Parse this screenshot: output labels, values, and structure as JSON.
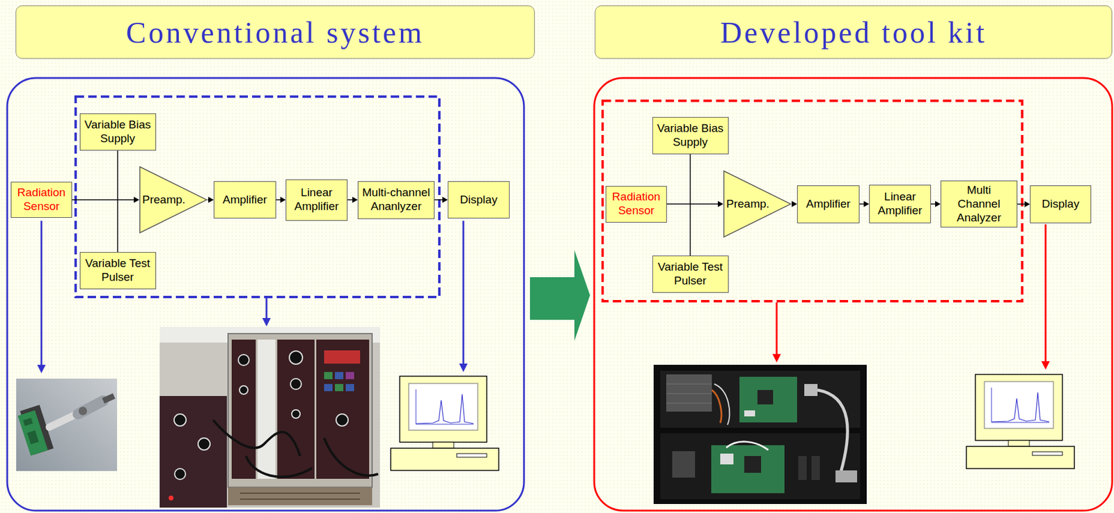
{
  "diagram": {
    "nodes": [
      {
        "text": [
          "Conventional system"
        ]
      },
      {
        "text": [
          "Variable Bias Supply"
        ]
      },
      {
        "text": [
          "Radiation Sensor"
        ]
      },
      {
        "text": [
          "Preamp."
        ]
      },
      {
        "text": [
          "Amplifier"
        ]
      },
      {
        "text": [
          "Linear Amplifier"
        ]
      },
      {
        "text": [
          "Multi-channel Ananlyzer"
        ]
      },
      {
        "text": [
          "Display"
        ]
      },
      {
        "text": [
          "Variable Test Pulser"
        ]
      },
      {
        "text": [
          "Developed tool kit"
        ]
      },
      {
        "text": [
          "Variable Bias Supply"
        ]
      },
      {
        "text": [
          "Radiation Sensor"
        ]
      },
      {
        "text": [
          "Preamp."
        ]
      },
      {
        "text": [
          "Amplifier"
        ]
      },
      {
        "text": [
          "Linear Amplifier"
        ]
      },
      {
        "text": [
          "Multi Channel Analyzer"
        ]
      },
      {
        "text": [
          "Display"
        ]
      },
      {
        "text": [
          "Variable Test Pulser"
        ]
      }
    ],
    "edges": [
      {
        "from": 2,
        "to": 3,
        "arrow": "to"
      },
      {
        "from": 3,
        "to": 4,
        "arrow": "to"
      },
      {
        "from": 4,
        "to": 5,
        "arrow": "to"
      },
      {
        "from": 5,
        "to": 6,
        "arrow": "to"
      },
      {
        "from": 6,
        "to": 7,
        "arrow": "to"
      },
      {
        "from": 1,
        "to": 8,
        "arrow": "none"
      },
      {
        "from": 11,
        "to": 12,
        "arrow": "to"
      },
      {
        "from": 12,
        "to": 13,
        "arrow": "to"
      },
      {
        "from": 13,
        "to": 14,
        "arrow": "to"
      },
      {
        "from": 14,
        "to": 15,
        "arrow": "to"
      },
      {
        "from": 15,
        "to": 16,
        "arrow": "to"
      },
      {
        "from": 10,
        "to": 17,
        "arrow": "none"
      }
    ]
  }
}
